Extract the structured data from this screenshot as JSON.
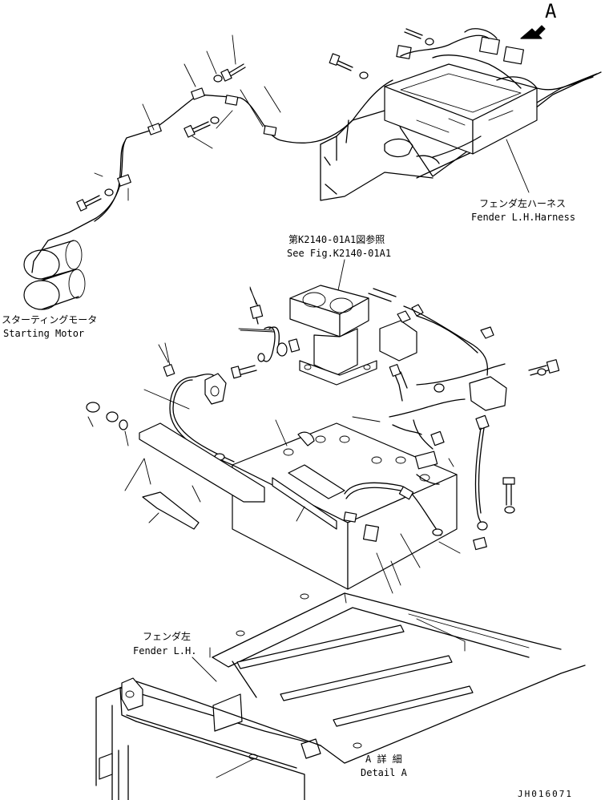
{
  "labels": {
    "view_letter": "A",
    "fender_harness_jp": "フェンダ左ハーネス",
    "fender_harness_en": "Fender L.H.Harness",
    "ref_jp": "第K2140-01A1図参照",
    "ref_en": "See Fig.K2140-01A1",
    "starting_motor_jp": "スターティングモータ",
    "starting_motor_en": "Starting Motor",
    "fender_jp": "フェンダ左",
    "fender_en": "Fender L.H.",
    "detail_jp": "A 詳 細",
    "detail_en": "Detail A",
    "drawing_number": "JH016071"
  }
}
